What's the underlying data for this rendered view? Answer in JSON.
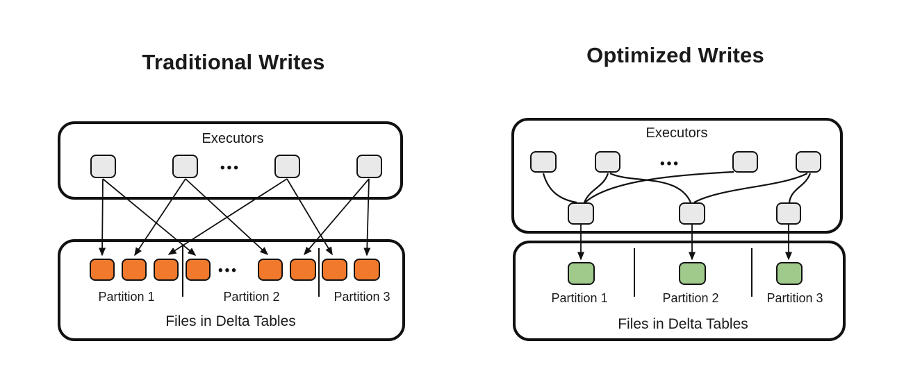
{
  "colors": {
    "box_border": "#111111",
    "line": "#111111",
    "text": "#1a1a1a",
    "executor_fill": "#e9e9e9",
    "traditional_file_fill": "#f0792b",
    "optimized_file_fill": "#a0c98c",
    "page_bg": "#ffffff"
  },
  "left": {
    "title": "Traditional Writes",
    "executors": {
      "label": "Executors",
      "ellipsis": "•••",
      "count_shown": 4
    },
    "files": {
      "label": "Files in Delta Tables",
      "ellipsis": "•••",
      "count_shown": 8
    },
    "partitions": [
      {
        "label": "Partition 1"
      },
      {
        "label": "Partition 2"
      },
      {
        "label": "Partition 3"
      }
    ],
    "connections": [
      "executor-1 → file-1",
      "executor-1 → file-4",
      "executor-2 → file-2",
      "executor-2 → file-5",
      "executor-3 → file-3",
      "executor-3 → file-7",
      "executor-4 → file-6",
      "executor-4 → file-8"
    ]
  },
  "right": {
    "title": "Optimized Writes",
    "executors": {
      "label": "Executors",
      "ellipsis": "•••",
      "top_count_shown": 4,
      "merge_count_shown": 3
    },
    "files": {
      "label": "Files in Delta Tables",
      "count_shown": 3
    },
    "partitions": [
      {
        "label": "Partition 1"
      },
      {
        "label": "Partition 2"
      },
      {
        "label": "Partition 3"
      }
    ],
    "shuffle_connections": [
      "executor-1 → merge-1",
      "executor-2 → merge-1",
      "executor-3 → merge-1",
      "executor-2 → merge-2",
      "executor-4 → merge-2",
      "executor-4 → merge-3"
    ],
    "write_connections": [
      "merge-1 → partition-1-file",
      "merge-2 → partition-2-file",
      "merge-3 → partition-3-file"
    ]
  }
}
